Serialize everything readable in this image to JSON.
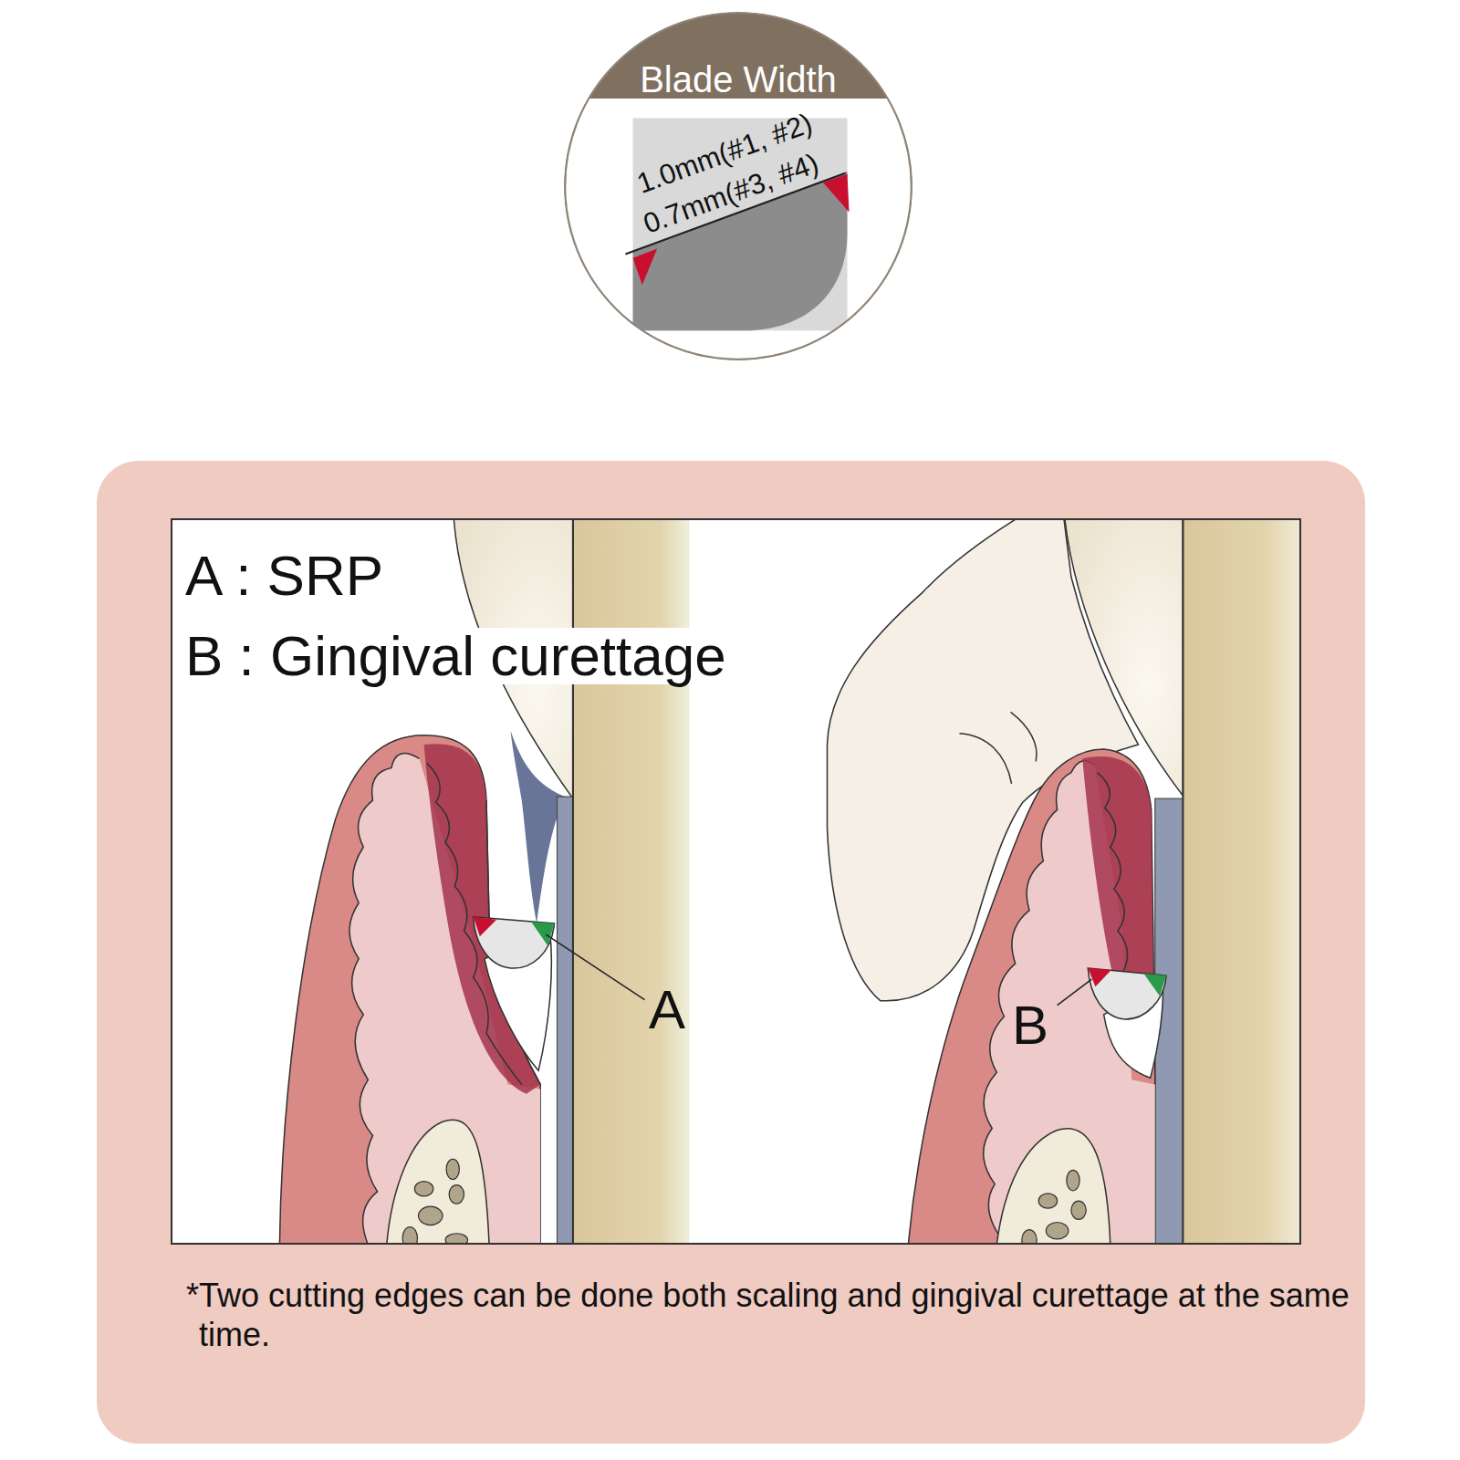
{
  "diagram": {
    "nodes": [
      {
        "text": [
          "Blade Width",
          "1.0mm(#1, #2)",
          "0.7mm(#3, #4)"
        ]
      },
      {
        "text": [
          "*Two cutting edges can be done both scaling and gingival curettage at the same time."
        ]
      },
      {
        "text": [
          "A : SRP",
          "B : Gingival curettage"
        ],
        "in": 1
      }
    ],
    "labels": [
      "A",
      "B"
    ]
  }
}
